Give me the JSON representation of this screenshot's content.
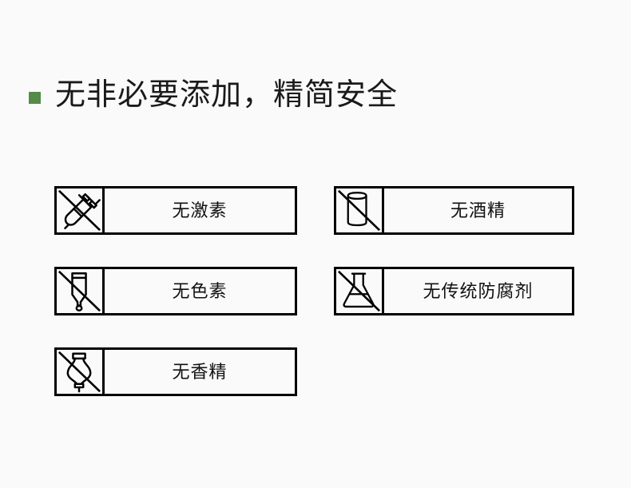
{
  "page": {
    "background_color": "#fafafa",
    "text_color": "#111111"
  },
  "header": {
    "bullet_color": "#558b48",
    "bullet_icon": "square-bullet-icon",
    "title": "无非必要添加，精简安全"
  },
  "badges": {
    "strikethrough_icon": "diagonal-slash-icon",
    "border_color": "#000000",
    "items": [
      {
        "id": "no-hormone",
        "label": "无激素",
        "icon": "syringe-icon",
        "column": "left",
        "row": 1
      },
      {
        "id": "no-alcohol",
        "label": "无酒精",
        "icon": "beaker-icon",
        "column": "right",
        "row": 1
      },
      {
        "id": "no-colorant",
        "label": "无色素",
        "icon": "dropper-icon",
        "column": "left",
        "row": 2
      },
      {
        "id": "no-traditional-preservative",
        "label": "无传统防腐剂",
        "icon": "flask-icon",
        "column": "right",
        "row": 2
      },
      {
        "id": "no-fragrance",
        "label": "无香精",
        "icon": "perfume-bottle-icon",
        "column": "left",
        "row": 3
      }
    ]
  }
}
